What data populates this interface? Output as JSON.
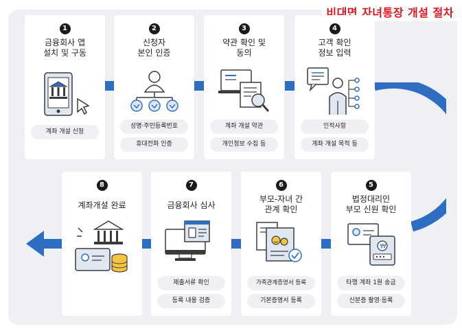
{
  "title": "비대면 자녀통장 개설 절차",
  "steps": [
    {
      "num": "1",
      "title": "금융회사 앱\n설치 및 구동",
      "items": [
        "계좌 개설 신청"
      ]
    },
    {
      "num": "2",
      "title": "신청자\n본인 인증",
      "items": [
        "성명·주민등록번호",
        "휴대전화 인증"
      ]
    },
    {
      "num": "3",
      "title": "약관 확인 및\n동의",
      "items": [
        "계좌 개설 약관",
        "개인정보 수집 등"
      ]
    },
    {
      "num": "4",
      "title": "고객 확인\n정보 입력",
      "items": [
        "인적사항",
        "계좌 개설 목적 등"
      ]
    },
    {
      "num": "5",
      "title": "법정대리인\n부모 신원 확인",
      "items": [
        "타행 계좌 1원 송금",
        "신분증 촬영·등록"
      ]
    },
    {
      "num": "6",
      "title": "부모-자녀 간\n관계 확인",
      "items": [
        "가족관계증명서 등록",
        "기본증명서 등록"
      ]
    },
    {
      "num": "7",
      "title": "금융회사 심사",
      "items": [
        "제출서류 확인",
        "등록 내용 검증"
      ]
    },
    {
      "num": "8",
      "title": "계좌개설 완료",
      "items": []
    }
  ],
  "colors": {
    "accent": "#2e6ec2",
    "title": "#e0141e",
    "panel": "#eef0f4"
  }
}
